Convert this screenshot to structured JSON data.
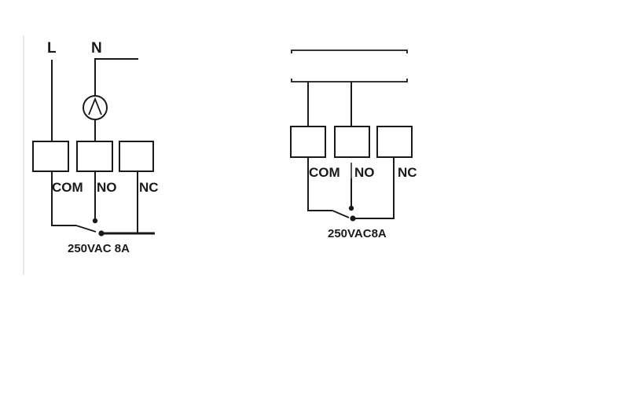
{
  "left_diagram": {
    "supply_labels": {
      "line": "L",
      "neutral": "N"
    },
    "terminals": [
      "COM",
      "NO",
      "NC"
    ],
    "rating": "250VAC 8A"
  },
  "right_diagram": {
    "terminals": [
      "COM",
      "NO",
      "NC"
    ],
    "rating": "250VAC8A"
  },
  "colors": {
    "line": "#1a1a1a",
    "background": "#ffffff"
  }
}
